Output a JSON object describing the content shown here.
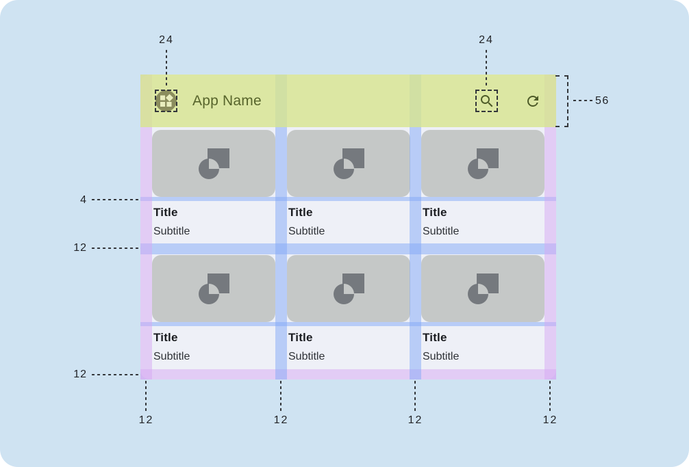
{
  "app_bar": {
    "app_name": "App Name",
    "icons": {
      "app": "app-launcher-icon",
      "search": "search-icon",
      "refresh": "refresh-icon"
    }
  },
  "cards": [
    {
      "title": "Title",
      "subtitle": "Subtitle"
    },
    {
      "title": "Title",
      "subtitle": "Subtitle"
    },
    {
      "title": "Title",
      "subtitle": "Subtitle"
    },
    {
      "title": "Title",
      "subtitle": "Subtitle"
    },
    {
      "title": "Title",
      "subtitle": "Subtitle"
    },
    {
      "title": "Title",
      "subtitle": "Subtitle"
    }
  ],
  "measurements": {
    "app_icon_size": "24",
    "action_icon_size": "24",
    "app_bar_height": "56",
    "image_text_gap": "4",
    "row_spacing": "12",
    "bottom_margin": "12",
    "bottom_edges": [
      "12",
      "12",
      "12",
      "12"
    ]
  },
  "colors": {
    "canvas_background": "#cfe3f2",
    "app_bar_green": "#dce7a3",
    "margin_purple": "#e2ccf5",
    "gutter_blue": "#b9cdf7",
    "surface": "#eef0f7",
    "card_placeholder_gray": "#c5c8c7",
    "placeholder_icon_gray": "#75797e",
    "app_bar_content": "#57642b",
    "annotation_text": "#212327"
  }
}
